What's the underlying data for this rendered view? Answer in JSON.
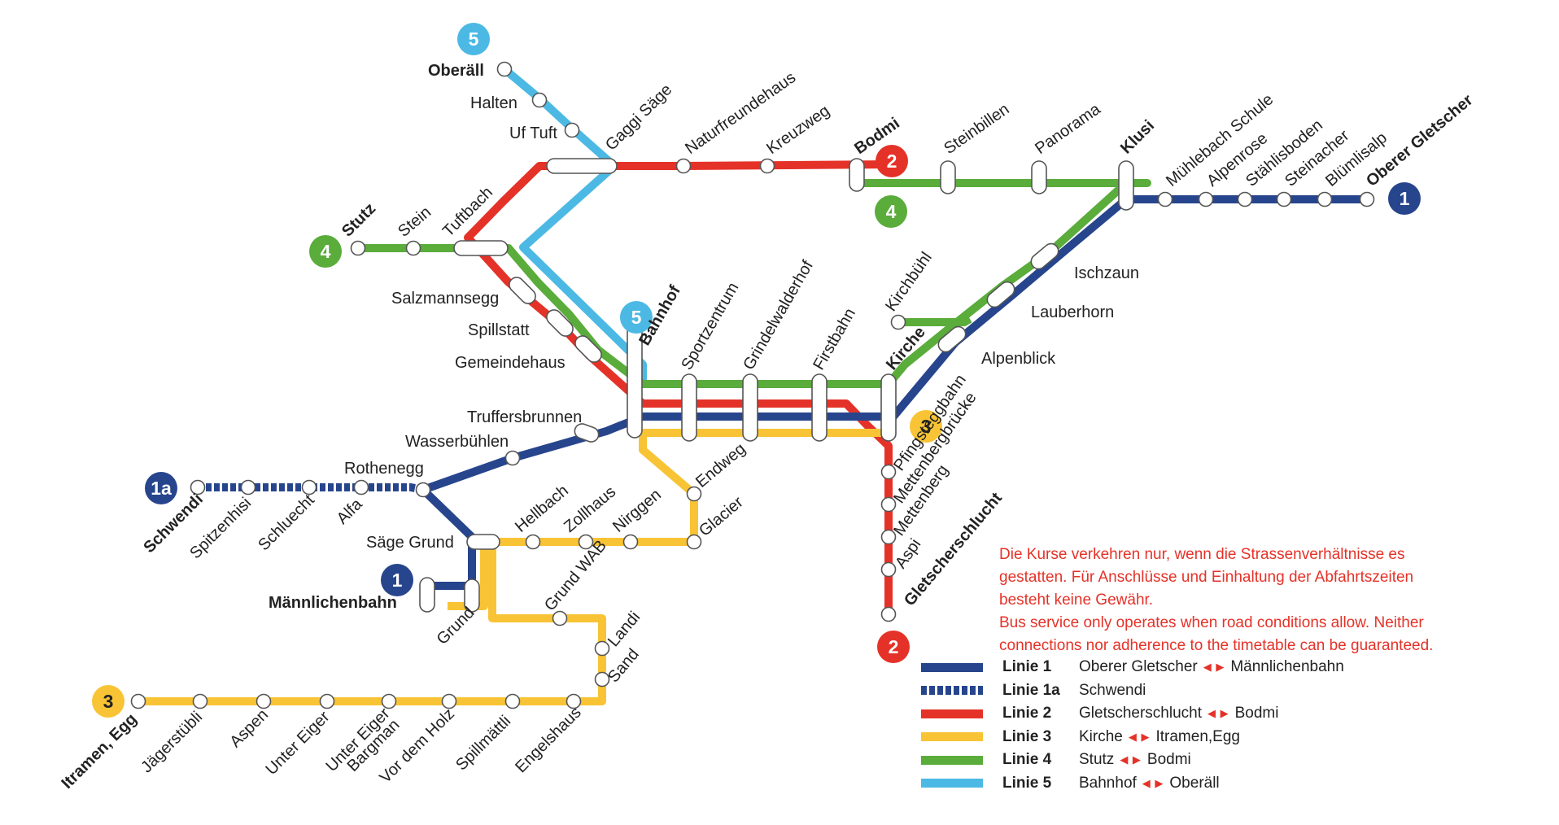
{
  "colors": {
    "linie1": "#27458d",
    "linie2": "#e53228",
    "linie3": "#f8c435",
    "linie4": "#5aac3b",
    "linie5": "#4cb9e4",
    "notice": "#e53228"
  },
  "badges": [
    {
      "label": "5",
      "color": "linie5"
    },
    {
      "label": "2",
      "color": "linie2"
    },
    {
      "label": "4",
      "color": "linie4"
    },
    {
      "label": "1",
      "color": "linie1"
    },
    {
      "label": "4",
      "color": "linie4"
    },
    {
      "label": "5",
      "color": "linie5"
    },
    {
      "label": "3",
      "color": "linie3"
    },
    {
      "label": "1a",
      "color": "linie1"
    },
    {
      "label": "1",
      "color": "linie1"
    },
    {
      "label": "3",
      "color": "linie3"
    },
    {
      "label": "2",
      "color": "linie2"
    }
  ],
  "stations": {
    "oberall": "Oberäll",
    "halten": "Halten",
    "uf_tuft": "Uf Tuft",
    "gaggi_sage": "Gaggi Säge",
    "naturfreundehaus": "Naturfreundehaus",
    "kreuzweg": "Kreuzweg",
    "bodmi": "Bodmi",
    "steinbillen": "Steinbillen",
    "panorama": "Panorama",
    "klusi": "Klusi",
    "muhlebach_schule": "Mühlebach Schule",
    "alpenrose": "Alpenrose",
    "stahlisboden": "Stählisboden",
    "steinacher": "Steinacher",
    "blumlisalp": "Blümlisalp",
    "oberer_gletscher": "Oberer Gletscher",
    "stutz": "Stutz",
    "stein": "Stein",
    "tuftbach": "Tuftbach",
    "salzmannsegg": "Salzmannsegg",
    "spillstatt": "Spillstatt",
    "gemeindehaus": "Gemeindehaus",
    "bahnhof": "Bahnhof",
    "sportzentrum": "Sportzentrum",
    "grindelwalderhof": "Grindelwalderhof",
    "firstbahn": "Firstbahn",
    "kirchbuhl": "Kirchbühl",
    "kirche": "Kirche",
    "ischzaun": "Ischzaun",
    "lauberhorn": "Lauberhorn",
    "alpenblick": "Alpenblick",
    "truffersbrunnen": "Truffersbrunnen",
    "wasserbuhlen": "Wasserbühlen",
    "rothenegg": "Rothenegg",
    "schwendi": "Schwendi",
    "spitzenhisi": "Spitzenhisi",
    "schluecht": "Schluecht",
    "alfa": "Alfa",
    "sage_grund": "Säge Grund",
    "hellbach": "Hellbach",
    "zollhaus": "Zollhaus",
    "nirggen": "Nirggen",
    "endweg": "Endweg",
    "glacier": "Glacier",
    "pfingsteggbahn": "Pfingsteggbahn",
    "mettenbergbrucke": "Mettenbergbrücke",
    "mettenberg": "Mettenberg",
    "aspi": "Aspi",
    "gletscherschlucht": "Gletscherschlucht",
    "mannlichenbahn": "Männlichenbahn",
    "grund": "Grund",
    "grund_wab": "Grund WAB",
    "landi": "Landi",
    "sand": "Sand",
    "itramen_egg": "Itramen, Egg",
    "jagerstubli": "Jägerstübli",
    "aspen": "Aspen",
    "unter_eiger": "Unter Eiger",
    "unter_eiger_bargman_1": "Unter Eiger",
    "unter_eiger_bargman_2": "Bargman",
    "vor_dem_holz": "Vor dem Holz",
    "spillmattli": "Spillmättli",
    "engelshaus": "Engelshaus"
  },
  "notice": [
    "Die Kurse verkehren nur, wenn die Strassenverhältnisse es",
    "gestatten. Für Anschlüsse und Einhaltung der Abfahrtszeiten",
    "besteht keine Gewähr.",
    "Bus service only operates when road conditions allow. Neither",
    "connections nor adherence to the timetable can be guaranteed."
  ],
  "legend": [
    {
      "line": "Linie 1",
      "from": "Oberer Gletscher",
      "to": "Männlichenbahn",
      "color": "linie1",
      "style": "solid"
    },
    {
      "line": "Linie 1a",
      "from": "Schwendi",
      "to": "",
      "color": "linie1",
      "style": "dashed"
    },
    {
      "line": "Linie 2",
      "from": "Gletscherschlucht",
      "to": "Bodmi",
      "color": "linie2",
      "style": "solid"
    },
    {
      "line": "Linie 3",
      "from": "Kirche",
      "to": "Itramen,Egg",
      "color": "linie3",
      "style": "solid"
    },
    {
      "line": "Linie 4",
      "from": "Stutz",
      "to": "Bodmi",
      "color": "linie4",
      "style": "solid"
    },
    {
      "line": "Linie 5",
      "from": "Bahnhof",
      "to": "Oberäll",
      "color": "linie5",
      "style": "solid"
    }
  ]
}
